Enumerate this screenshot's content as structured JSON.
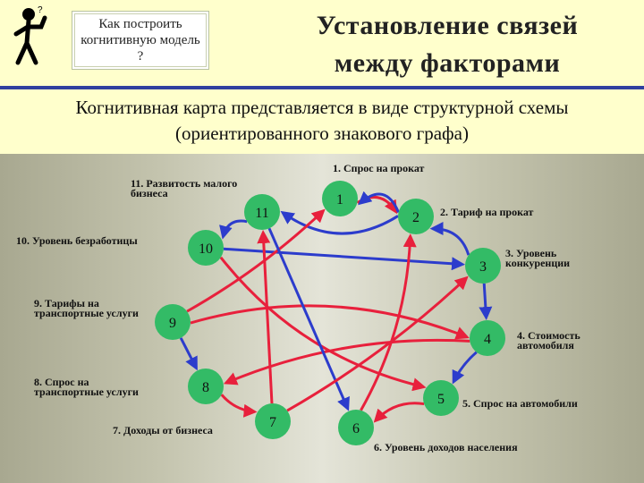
{
  "callout": {
    "text": "Как построить когнитивную модель ?"
  },
  "title": {
    "line1": "Установление связей",
    "line2": "между факторами"
  },
  "subtitle": {
    "line1": "Когнитивная карта представляется в виде структурной схемы",
    "line2": "(ориентированного знакового графа)"
  },
  "factors": [
    {
      "id": "1",
      "label": [
        "1. Спрос на прокат"
      ]
    },
    {
      "id": "2",
      "label": [
        "2. Тариф на прокат"
      ]
    },
    {
      "id": "3",
      "label": [
        "3. Уровень",
        "конкуренции"
      ]
    },
    {
      "id": "4",
      "label": [
        "4. Стоимость",
        "автомобиля"
      ]
    },
    {
      "id": "5",
      "label": [
        "5. Спрос на автомобили"
      ]
    },
    {
      "id": "6",
      "label": [
        "6. Уровень доходов населения"
      ]
    },
    {
      "id": "7",
      "label": [
        "7. Доходы от бизнеса"
      ]
    },
    {
      "id": "8",
      "label": [
        "8. Спрос на",
        "транспортные услуги"
      ]
    },
    {
      "id": "9",
      "label": [
        "9. Тарифы на",
        "транспортные услуги"
      ]
    },
    {
      "id": "10",
      "label": [
        "10. Уровень безработицы"
      ]
    },
    {
      "id": "11",
      "label": [
        "11. Развитость малого",
        "бизнеса"
      ]
    }
  ],
  "colors": {
    "positive": "#e8203c",
    "negative": "#2c3ccc",
    "node": "#33bb66",
    "rule": "#2f3f9f"
  },
  "edges": [
    {
      "from": "1",
      "to": "2",
      "sign": "positive"
    },
    {
      "from": "2",
      "to": "1",
      "sign": "negative"
    },
    {
      "from": "2",
      "to": "11",
      "sign": "negative"
    },
    {
      "from": "11",
      "to": "10",
      "sign": "negative"
    },
    {
      "from": "3",
      "to": "2",
      "sign": "negative"
    },
    {
      "from": "10",
      "to": "3",
      "sign": "negative"
    },
    {
      "from": "10",
      "to": "5",
      "sign": "positive"
    },
    {
      "from": "9",
      "to": "8",
      "sign": "negative"
    },
    {
      "from": "9",
      "to": "4",
      "sign": "positive"
    },
    {
      "from": "9",
      "to": "1",
      "sign": "positive"
    },
    {
      "from": "4",
      "to": "8",
      "sign": "positive"
    },
    {
      "from": "3",
      "to": "4",
      "sign": "negative"
    },
    {
      "from": "4",
      "to": "5",
      "sign": "negative"
    },
    {
      "from": "5",
      "to": "6",
      "sign": "positive"
    },
    {
      "from": "6",
      "to": "2",
      "sign": "positive"
    },
    {
      "from": "7",
      "to": "11",
      "sign": "positive"
    },
    {
      "from": "8",
      "to": "7",
      "sign": "positive"
    },
    {
      "from": "11",
      "to": "6",
      "sign": "negative"
    },
    {
      "from": "7",
      "to": "3",
      "sign": "positive"
    }
  ]
}
